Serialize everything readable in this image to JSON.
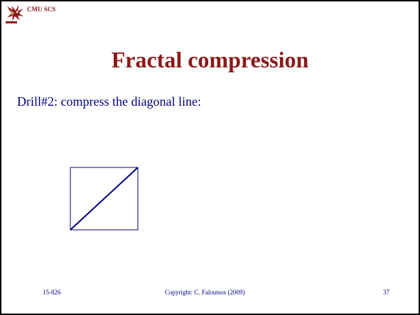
{
  "header": {
    "org_label": "CMU SCS",
    "logo_icon": "griffin-logo-icon"
  },
  "slide": {
    "title": "Fractal compression",
    "body_text": "Drill#2: compress the diagonal line:"
  },
  "footer": {
    "course": "15-826",
    "copyright": "Copyright: C. Faloutsos (2009)",
    "page_number": "37"
  },
  "colors": {
    "title": "#8b1a1a",
    "text": "#000080",
    "border": "#000000",
    "logo": "#8b1a1a"
  }
}
